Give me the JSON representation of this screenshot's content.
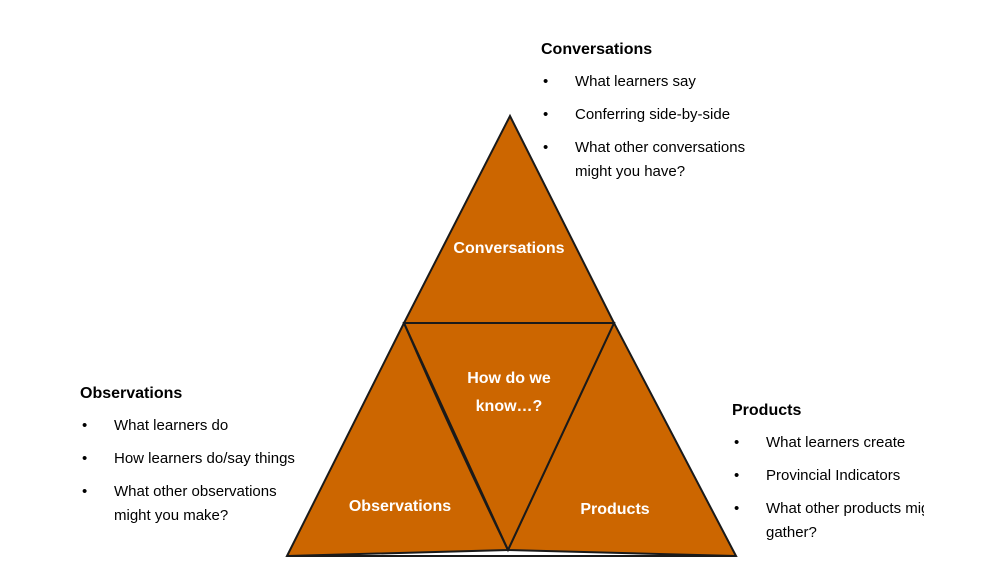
{
  "colors": {
    "triangle_fill": "#cc6600",
    "triangle_stroke": "#1a1a1a",
    "label_text": "#ffffff"
  },
  "diagram": {
    "top_label": "Conversations",
    "center_label_line1": "How do we",
    "center_label_line2": "know…?",
    "left_label": "Observations",
    "right_label": "Products"
  },
  "conversations": {
    "title": "Conversations",
    "bullet_icon": "•",
    "items": [
      "What learners say",
      "Conferring side-by-side",
      "What other conversations might you have?"
    ]
  },
  "observations": {
    "title": "Observations",
    "bullet_icon": "•",
    "items": [
      "What learners do",
      "How learners do/say things",
      "What other observations might you make?"
    ]
  },
  "products": {
    "title": "Products",
    "bullet_icon": "•",
    "items": [
      "What learners create",
      "Provincial Indicators",
      "What other products might you gather?"
    ]
  }
}
